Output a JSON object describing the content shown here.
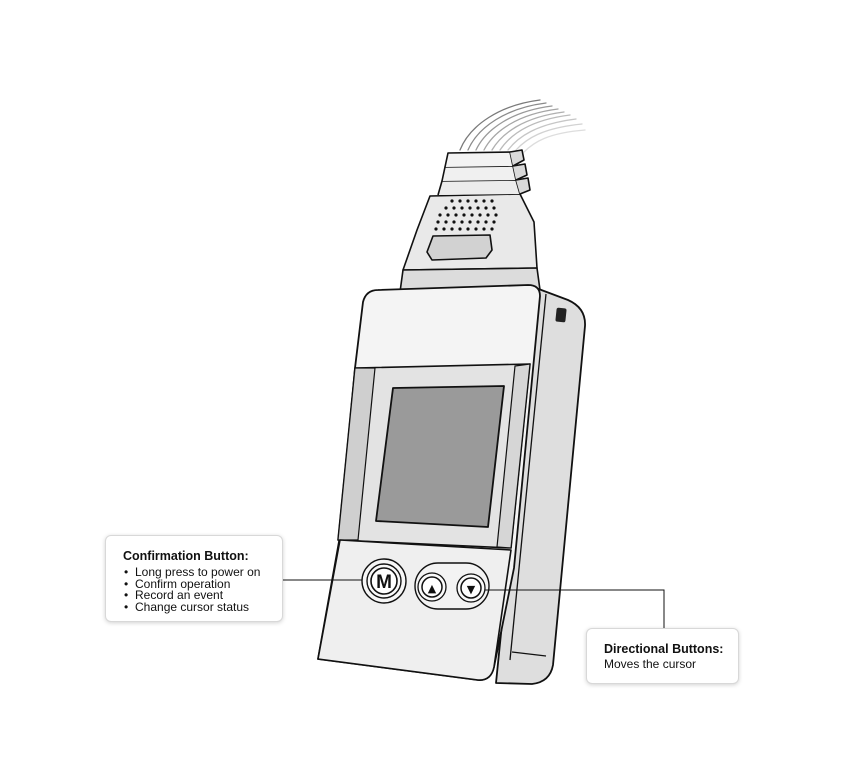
{
  "device": {
    "button_m_label": "M",
    "button_up_glyph": "▲",
    "button_down_glyph": "▼"
  },
  "callouts": {
    "confirmation": {
      "title": "Confirmation Button:",
      "items": [
        "Long press to power on",
        "Confirm operation",
        "Record an event",
        "Change cursor status"
      ]
    },
    "directional": {
      "title": "Directional Buttons:",
      "description": "Moves the cursor"
    }
  },
  "colors": {
    "screen": "#9a9a9a",
    "body_face": "#f4f4f4",
    "body_side": "#dedede",
    "outline": "#111111"
  }
}
